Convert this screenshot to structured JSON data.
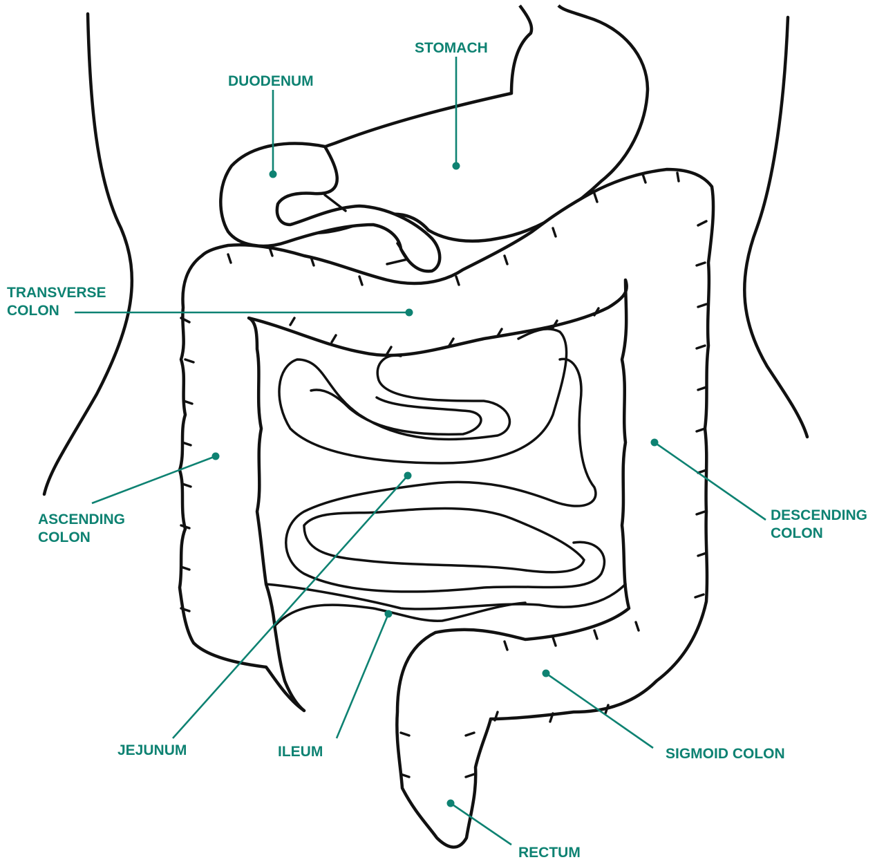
{
  "diagram": {
    "accent_color": "#0e8272",
    "outline_color": "#111111",
    "labels": {
      "stomach": [
        "STOMACH"
      ],
      "duodenum": [
        "DUODENUM"
      ],
      "transverse": [
        "TRANSVERSE",
        "COLON"
      ],
      "ascending": [
        "ASCENDING",
        "COLON"
      ],
      "descending": [
        "DESCENDING",
        "COLON"
      ],
      "jejunum": [
        "JEJUNUM"
      ],
      "ileum": [
        "ILEUM"
      ],
      "sigmoid": [
        "SIGMOID COLON"
      ],
      "rectum": [
        "RECTUM"
      ]
    }
  }
}
